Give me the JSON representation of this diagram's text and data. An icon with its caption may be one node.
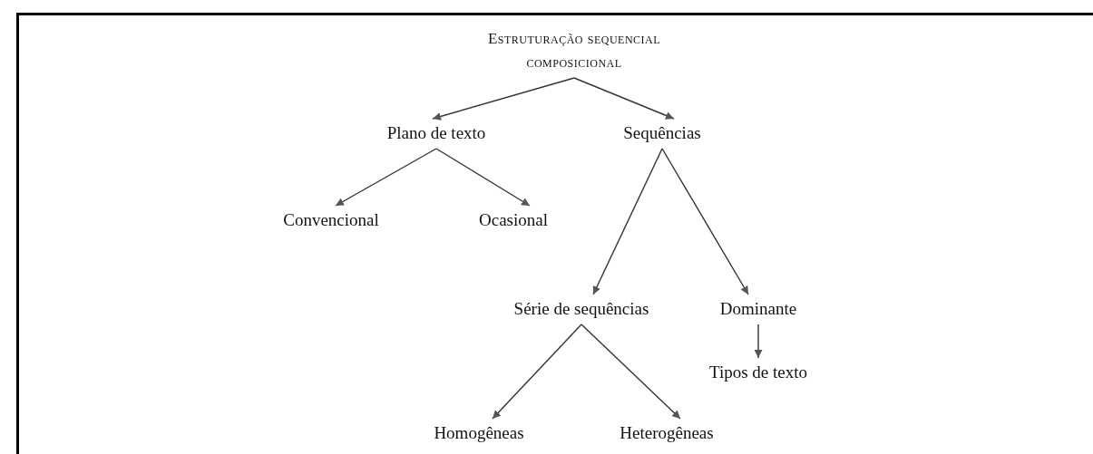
{
  "diagram": {
    "nodes": [
      {
        "text": [
          "Estruturação sequencial composicional"
        ]
      },
      {
        "text": [
          "Plano de texto"
        ]
      },
      {
        "text": [
          "Sequências"
        ]
      },
      {
        "text": [
          "Convencional"
        ]
      },
      {
        "text": [
          "Ocasional"
        ]
      },
      {
        "text": [
          "Série de sequências"
        ]
      },
      {
        "text": [
          "Dominante"
        ]
      },
      {
        "text": [
          "Tipos de texto"
        ]
      },
      {
        "text": [
          "Homogêneas"
        ]
      },
      {
        "text": [
          "Heterogêneas"
        ]
      }
    ],
    "edges": [
      {
        "from": 0,
        "to": 1,
        "arrow": "to"
      },
      {
        "from": 0,
        "to": 2,
        "arrow": "to"
      },
      {
        "from": 1,
        "to": 3,
        "arrow": "to"
      },
      {
        "from": 1,
        "to": 4,
        "arrow": "to"
      },
      {
        "from": 2,
        "to": 5,
        "arrow": "to"
      },
      {
        "from": 2,
        "to": 6,
        "arrow": "to"
      },
      {
        "from": 5,
        "to": 8,
        "arrow": "to"
      },
      {
        "from": 5,
        "to": 9,
        "arrow": "to"
      },
      {
        "from": 6,
        "to": 7,
        "arrow": "to"
      }
    ]
  }
}
